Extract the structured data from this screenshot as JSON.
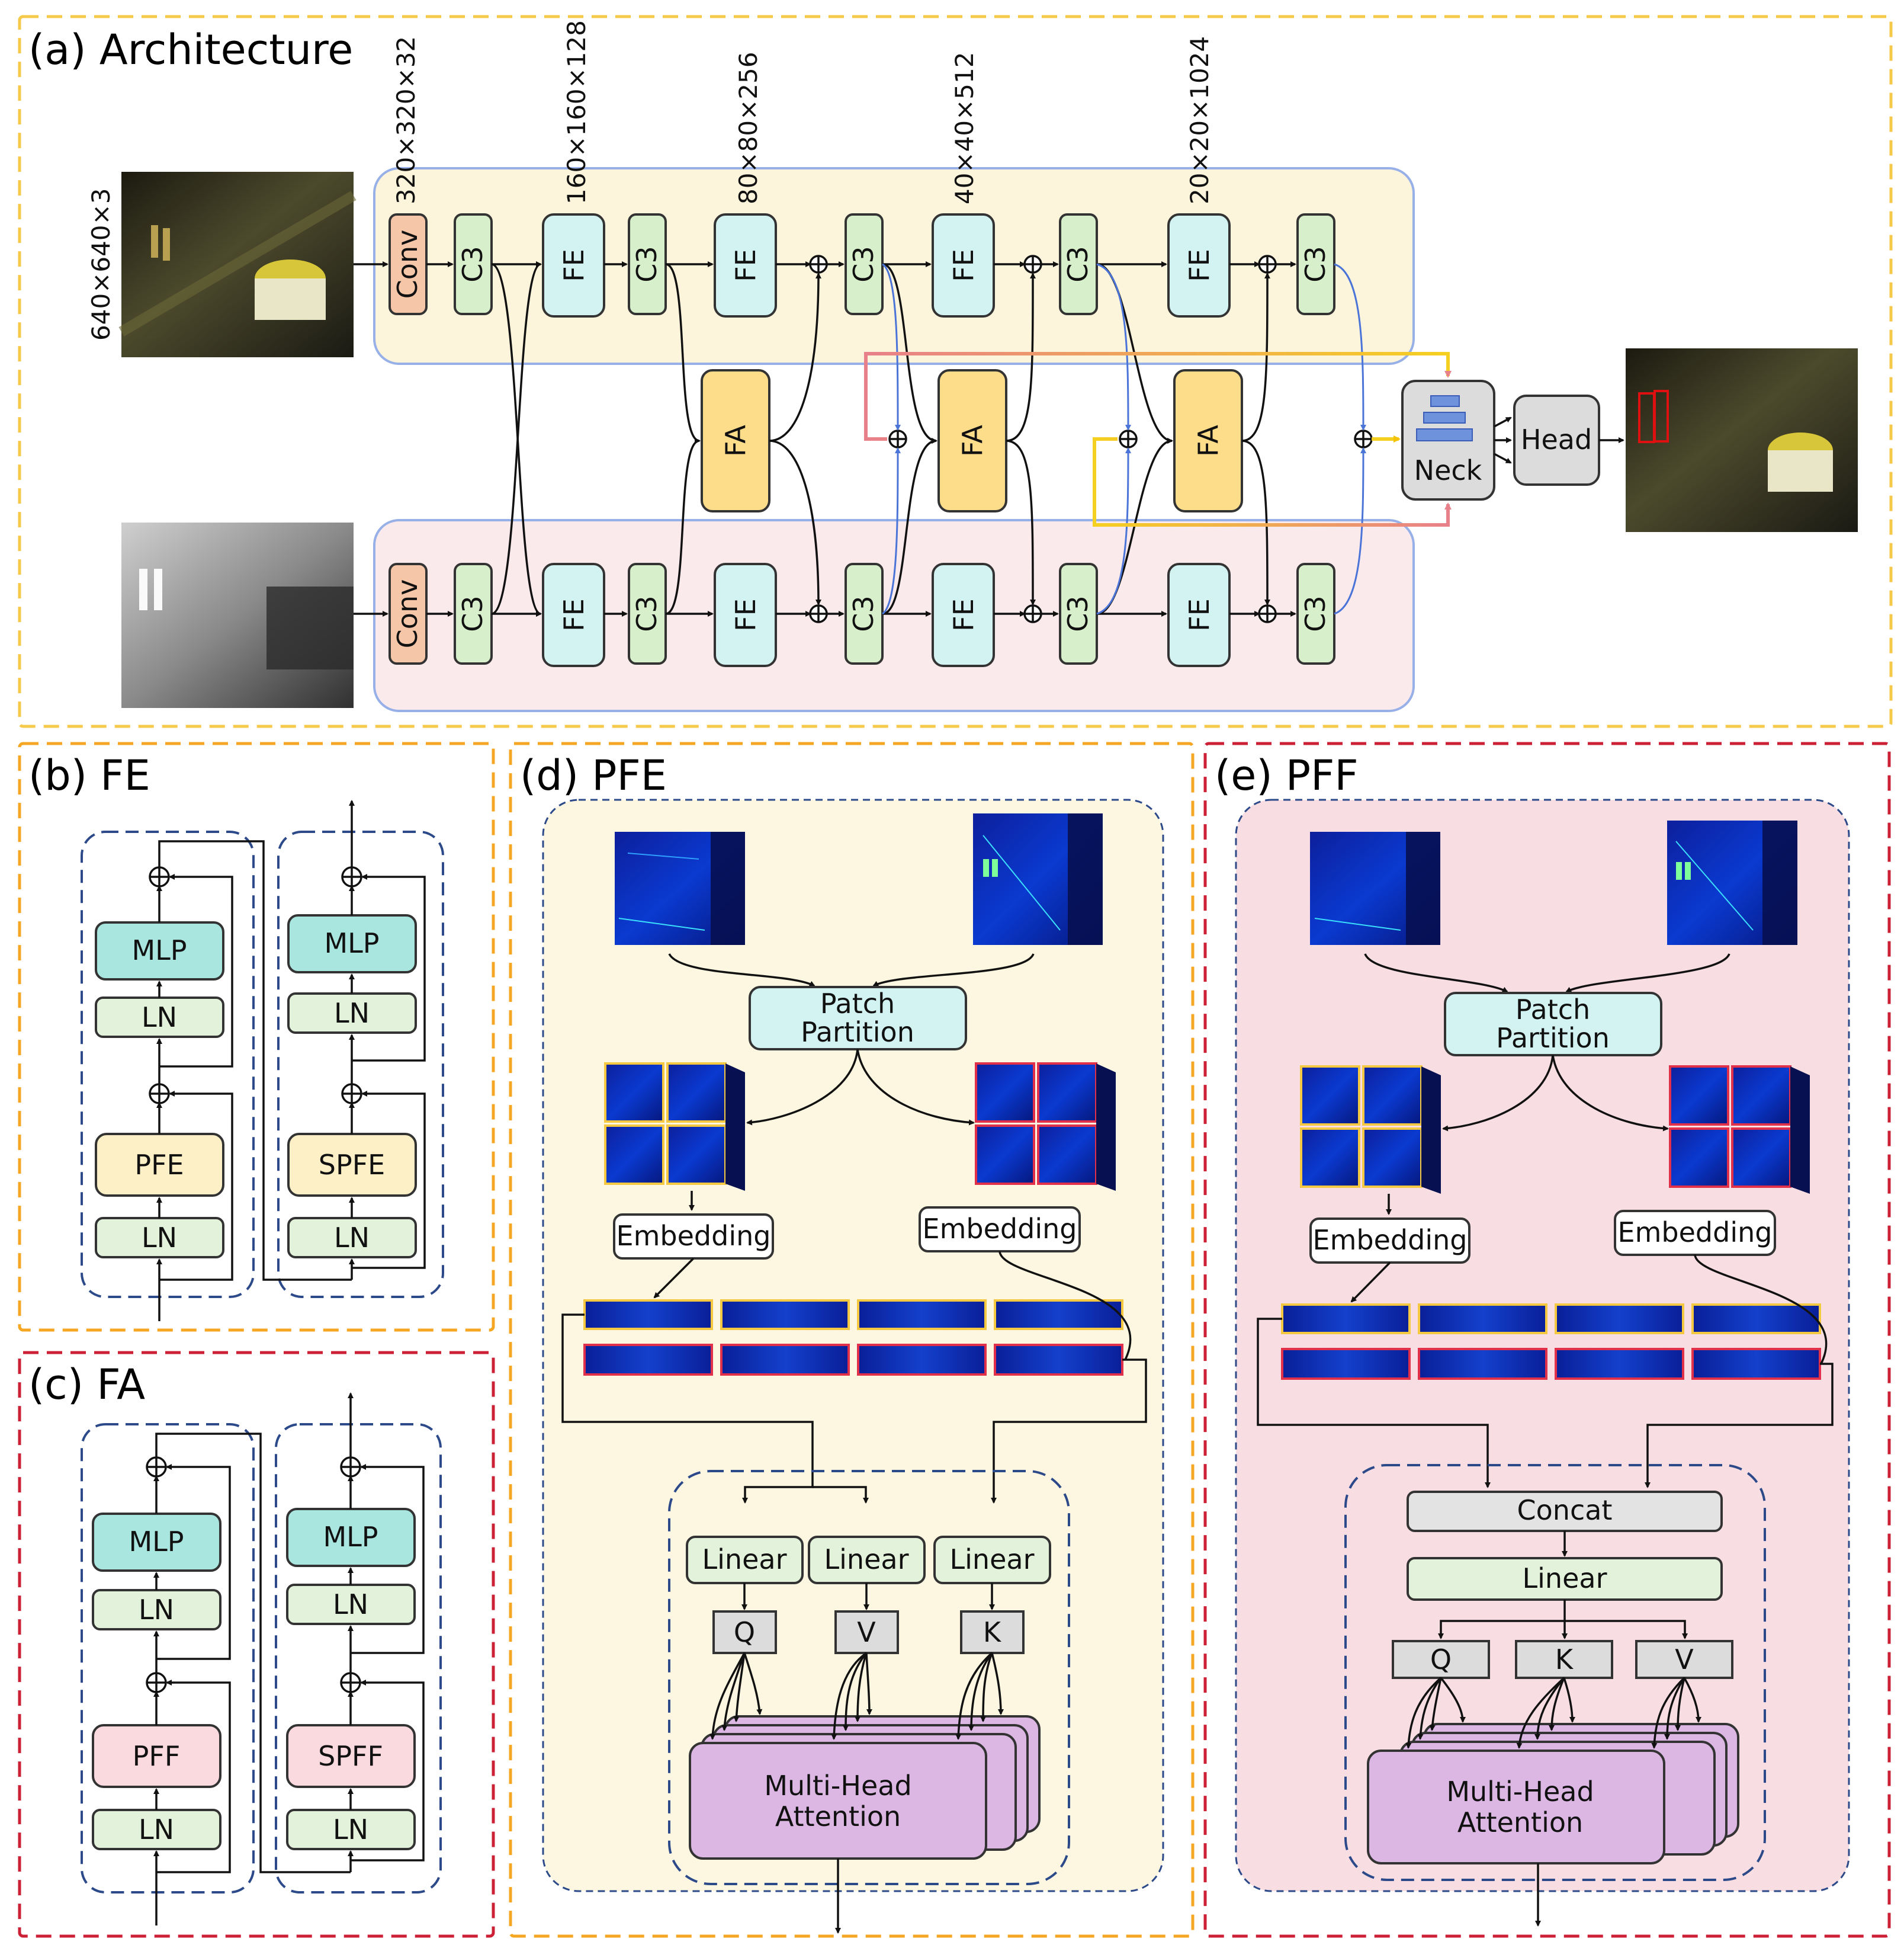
{
  "panels": {
    "a": {
      "title": "(a) Architecture"
    },
    "b": {
      "title": "(b) FE"
    },
    "c": {
      "title": "(c) FA"
    },
    "d": {
      "title": "(d) PFE"
    },
    "e": {
      "title": "(e) PFF"
    }
  },
  "architecture": {
    "input_dim": "640×640×3",
    "stage_dims": [
      "320×320×32",
      "160×160×128",
      "80×80×256",
      "40×40×512",
      "20×20×1024"
    ],
    "conv": "Conv",
    "c3": "C3",
    "fe": "FE",
    "fa": "FA",
    "neck": "Neck",
    "head": "Head"
  },
  "fe_block": {
    "mlp": "MLP",
    "ln": "LN",
    "pfe": "PFE",
    "spfe": "SPFE"
  },
  "fa_block": {
    "mlp": "MLP",
    "ln": "LN",
    "pff": "PFF",
    "spff": "SPFF"
  },
  "pfe_detail": {
    "patch_partition": [
      "Patch",
      "Partition"
    ],
    "embedding": "Embedding",
    "linear": "Linear",
    "q": "Q",
    "k": "K",
    "v": "V",
    "mha": [
      "Multi-Head",
      "Attention"
    ]
  },
  "pff_detail": {
    "patch_partition": [
      "Patch",
      "Partition"
    ],
    "embedding": "Embedding",
    "concat": "Concat",
    "linear": "Linear",
    "q": "Q",
    "k": "K",
    "v": "V",
    "mha": [
      "Multi-Head",
      "Attention"
    ]
  },
  "colors": {
    "rgb_stream_bg": "#fdf4dc",
    "ir_stream_bg": "#fbeaec",
    "conv": "#f6c6a8",
    "c3": "#d8efcc",
    "fe": "#d3f2f2",
    "fa": "#fddc8a",
    "mlp": "#a8e6df",
    "ln": "#e3f2da",
    "pfe": "#fdf0c7",
    "pff": "#fad9df",
    "mha": "#dcb7e4",
    "panel_a_border": "#f6c94a",
    "panel_orange_border": "#f5a623",
    "panel_red_border": "#cc2036"
  }
}
